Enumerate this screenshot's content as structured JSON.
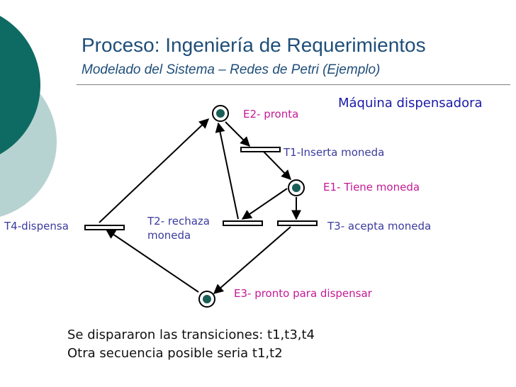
{
  "slide": {
    "title": "Proceso: Ingeniería de Requerimientos",
    "subtitle": "Modelado del Sistema – Redes de Petri (Ejemplo)",
    "machine_label": "Máquina dispensadora",
    "notes": [
      "Se dispararon las transiciones: t1,t3,t4",
      "Otra secuencia posible seria t1,t2"
    ]
  },
  "colors": {
    "title": "#1f4e79",
    "place_label": "#c41a96",
    "transition_label": "#3b3b9e",
    "token": "#1b5e58",
    "deco_dark": "#0e6b63",
    "deco_light": "#b7d3d1"
  },
  "petri_net": {
    "places": [
      {
        "id": "E2",
        "label": "E2- pronta",
        "has_token": true
      },
      {
        "id": "E1",
        "label": "E1- Tiene moneda",
        "has_token": true
      },
      {
        "id": "E3",
        "label": "E3- pronto para dispensar",
        "has_token": true
      }
    ],
    "transitions": [
      {
        "id": "T1",
        "label": "T1-Inserta moneda"
      },
      {
        "id": "T2",
        "label_lines": [
          "T2- rechaza",
          "moneda"
        ]
      },
      {
        "id": "T3",
        "label": "T3- acepta moneda"
      },
      {
        "id": "T4",
        "label": "T4-dispensa"
      }
    ],
    "arcs": [
      {
        "from": "E2",
        "to": "T1"
      },
      {
        "from": "T1",
        "to": "E1"
      },
      {
        "from": "E1",
        "to": "T2"
      },
      {
        "from": "T2",
        "to": "E2"
      },
      {
        "from": "E1",
        "to": "T3"
      },
      {
        "from": "T3",
        "to": "E3"
      },
      {
        "from": "E3",
        "to": "T4"
      },
      {
        "from": "T4",
        "to": "E2"
      }
    ]
  }
}
